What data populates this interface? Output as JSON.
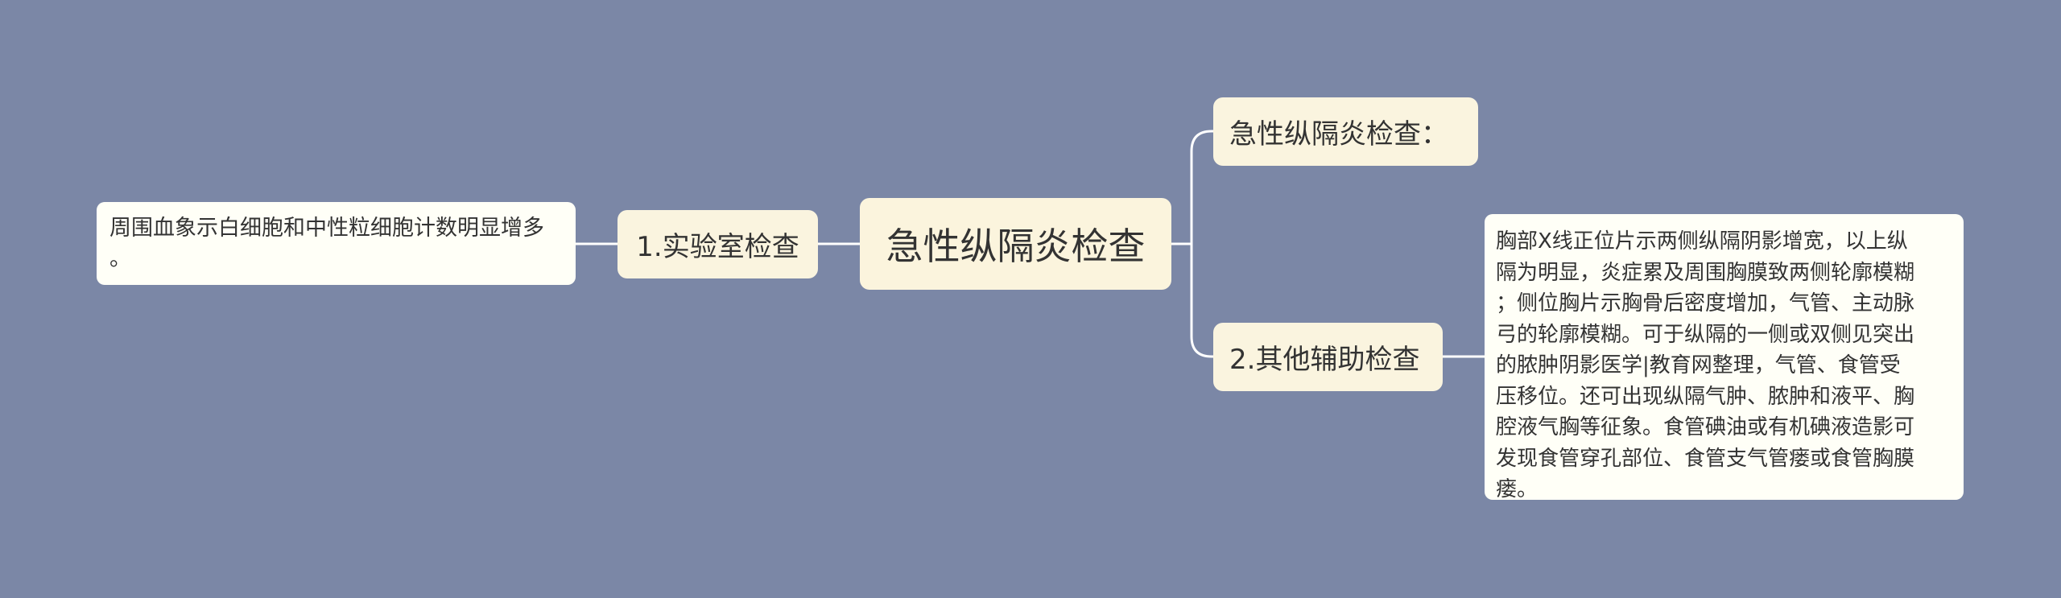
{
  "root": {
    "label": "急性纵隔炎检查"
  },
  "left_branch": {
    "label": "1.实验室检查",
    "detail_lines": [
      "周围血象示白细胞和中性粒细胞计数明显增多",
      "。"
    ]
  },
  "right_branches": [
    {
      "label": "急性纵隔炎检查："
    },
    {
      "label": "2.其他辅助检查",
      "detail_lines": [
        "胸部X线正位片示两侧纵隔阴影增宽，以上纵",
        "隔为明显，炎症累及周围胸膜致两侧轮廓模糊",
        "；侧位胸片示胸骨后密度增加，气管、主动脉",
        "弓的轮廓模糊。可于纵隔的一侧或双侧见突出",
        "的脓肿阴影医学|教育网整理，气管、食管受",
        "压移位。还可出现纵隔气肿、脓肿和液平、胸",
        "腔液气胸等征象。食管碘油或有机碘液造影可",
        "发现食管穿孔部位、食管支气管瘘或食管胸膜",
        "瘘。"
      ]
    }
  ],
  "colors": {
    "background": "#7b87a6",
    "node_fill": "#faf4df",
    "leaf_fill": "#fffff7",
    "connector": "#ffffff",
    "text": "#333333"
  }
}
